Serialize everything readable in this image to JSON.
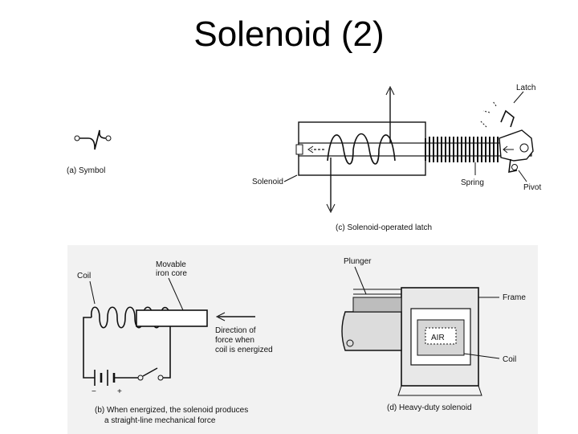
{
  "slide": {
    "title": "Solenoid (2)"
  },
  "panel_a": {
    "caption": "(a) Symbol"
  },
  "panel_b": {
    "labels": {
      "coil": "Coil",
      "core_line1": "Movable",
      "core_line2": "iron core",
      "dir_line1": "Direction of",
      "dir_line2": "force when",
      "dir_line3": "coil is energized",
      "minus": "−",
      "plus": "+"
    },
    "caption_line1": "(b) When energized, the solenoid produces",
    "caption_line2": "a straight-line mechanical force"
  },
  "panel_c": {
    "labels": {
      "latch": "Latch",
      "solenoid": "Solenoid",
      "spring": "Spring",
      "pivot": "Pivot"
    },
    "caption": "(c) Solenoid-operated latch"
  },
  "panel_d": {
    "labels": {
      "plunger": "Plunger",
      "frame": "Frame",
      "coil": "Coil",
      "air": "AIR"
    },
    "caption": "(d) Heavy-duty solenoid"
  }
}
